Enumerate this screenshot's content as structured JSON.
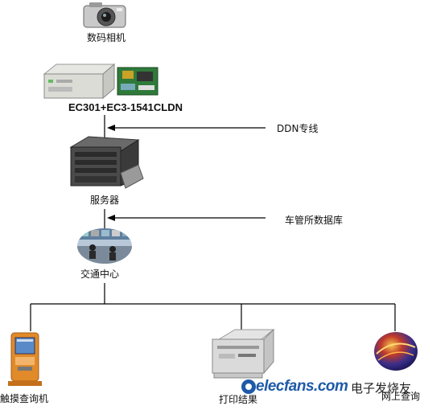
{
  "nodes": {
    "camera": "数码相机",
    "controller": "EC301+EC3-1541CLDN",
    "server": "服务器",
    "traffic_center": "交通中心",
    "kiosk": "触摸查询机",
    "printer": "打印结果",
    "internet": "网上查询"
  },
  "links": {
    "ddn": "DDN专线",
    "vehicle_db": "车管所数据库"
  },
  "watermark": {
    "brand": "elecfans.com",
    "brand_cn": "电子发烧友"
  },
  "colors": {
    "line": "#000000",
    "brand": "#1e5aa8"
  }
}
